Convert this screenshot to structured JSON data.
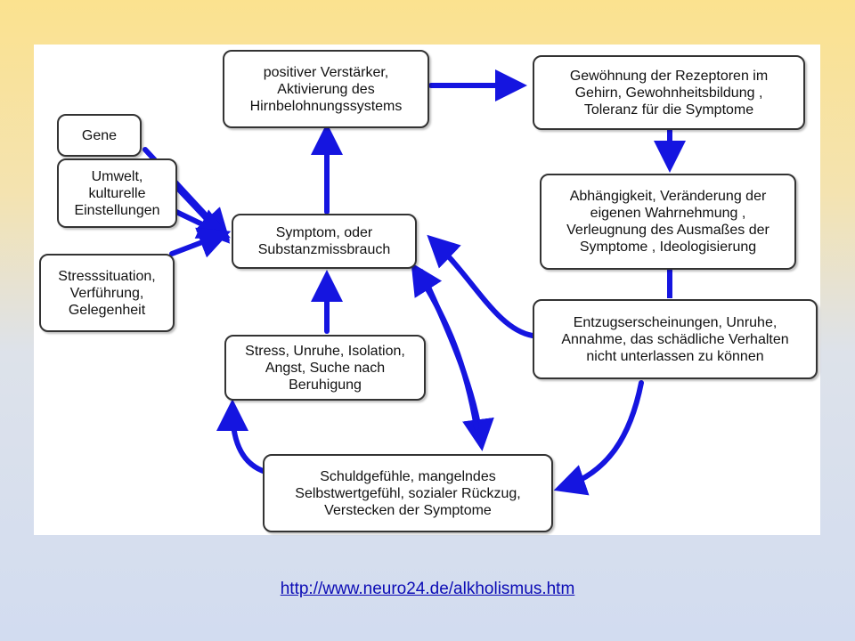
{
  "diagram": {
    "arrow_color": "#1515e0",
    "nodes": {
      "gene": "Gene",
      "umwelt": "Umwelt,\nkulturelle\nEinstellungen",
      "stresssituation": "Stresssituation,\nVerführung,\nGelegenheit",
      "positiver_verstaerker": "positiver Verstärker,\nAktivierung des\nHirnbelohnungssystems",
      "symptom": "Symptom, oder\nSubstanzmissbrauch",
      "stress_unruhe": "Stress, Unruhe, Isolation,\nAngst, Suche nach\nBeruhigung",
      "gewoehnung": "Gewöhnung der Rezeptoren im\nGehirn, Gewohnheitsbildung ,\nToleranz für die Symptome",
      "abhaengigkeit": "Abhängigkeit, Veränderung der\neigenen Wahrnehmung ,\nVerleugnung des Ausmaßes der\nSymptome , Ideologisierung",
      "entzug": "Entzugserscheinungen, Unruhe,\nAnnahme, das schädliche Verhalten\nnicht unterlassen zu können",
      "schuldgefuehle": "Schuldgefühle, mangelndes\nSelbstwertgefühl, sozialer Rückzug,\nVerstecken der Symptome"
    }
  },
  "source_url": "http://www.neuro24.de/alkholismus.htm"
}
